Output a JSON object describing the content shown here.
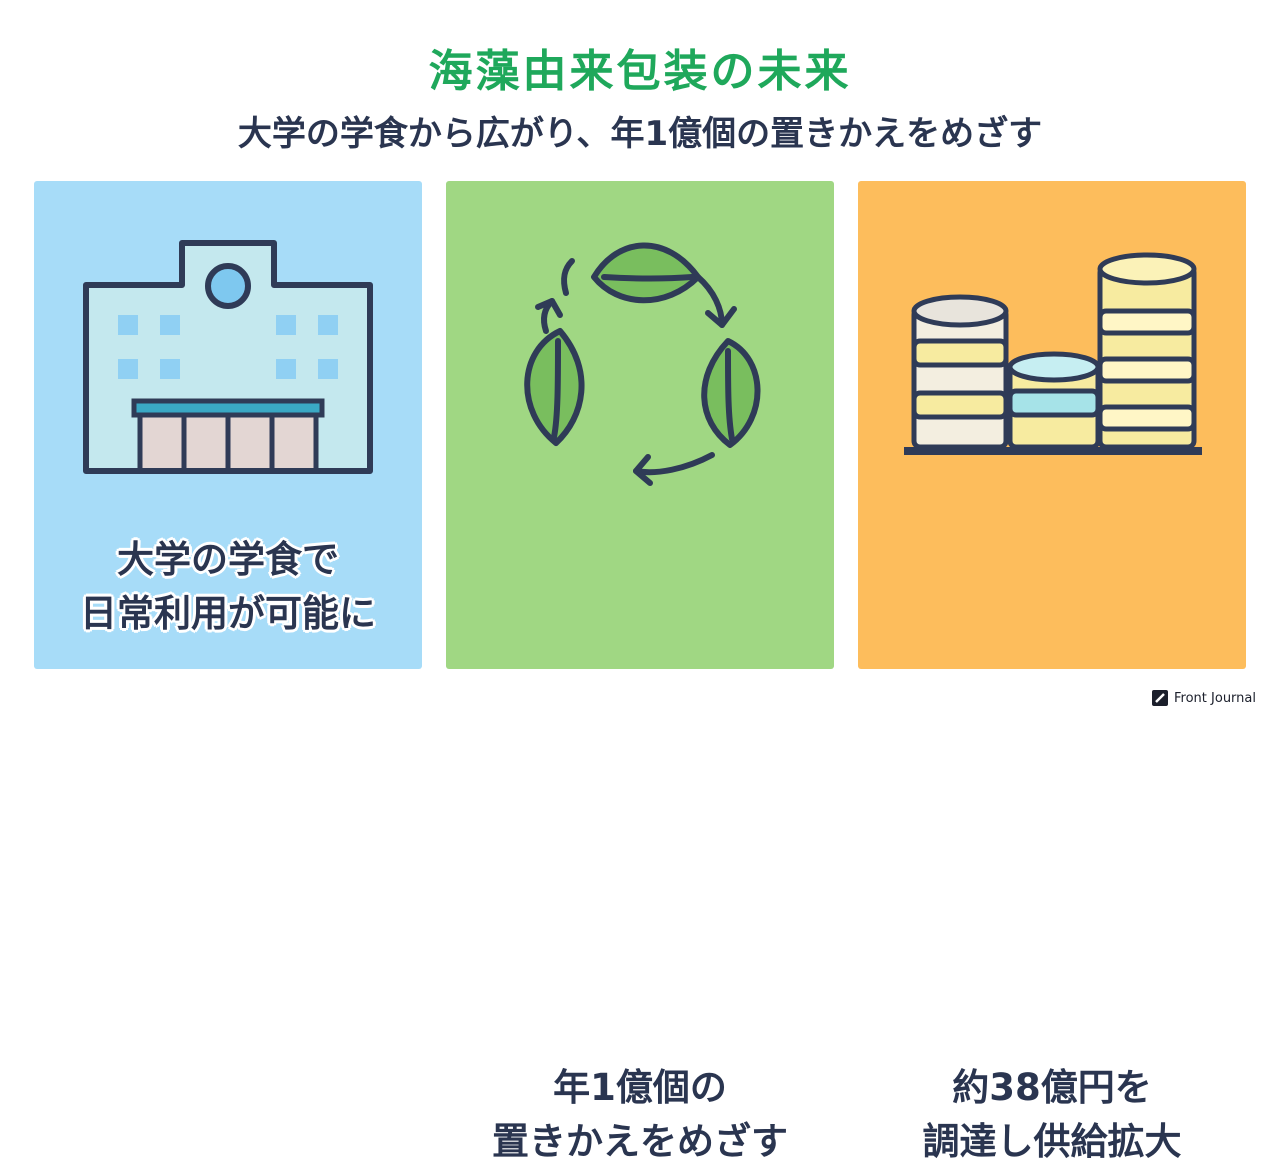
{
  "header": {
    "title": "海藻由来包装の未来",
    "subtitle": "大学の学食から広がり、年1億個の置きかえをめざす"
  },
  "cards": [
    {
      "icon": "school-building-icon",
      "caption_lines": [
        "大学の学食で",
        "日常利用が可能に"
      ],
      "color": "#a7dcf8"
    },
    {
      "icon": "recycle-leaves-icon",
      "caption_lines": [
        "年1億個の",
        "置きかえをめざす"
      ],
      "color": "#a0d783"
    },
    {
      "icon": "coin-stacks-icon",
      "caption_lines": [
        "約38億円を",
        "調達し供給拡大"
      ],
      "color": "#fdbd5c"
    }
  ],
  "footer": {
    "brand": "Front Journal"
  }
}
